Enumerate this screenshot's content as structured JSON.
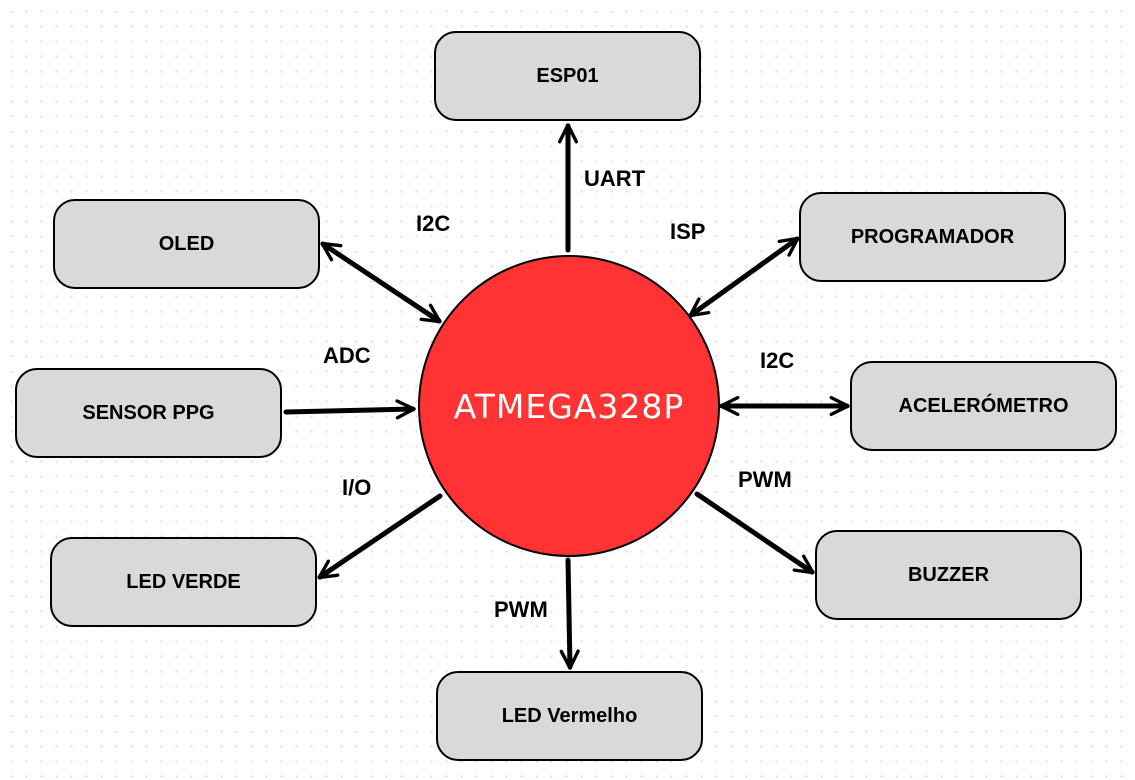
{
  "center": {
    "label": "ATMEGA328P",
    "color": "#ff3333"
  },
  "nodes": {
    "esp01": "ESP01",
    "oled": "OLED",
    "programador": "PROGRAMADOR",
    "sensor_ppg": "SENSOR PPG",
    "acelerometro": "ACELERÓMETRO",
    "led_verde": "LED VERDE",
    "buzzer": "BUZZER",
    "led_vermelho": "LED Vermelho"
  },
  "edges": {
    "esp01": "UART",
    "oled": "I2C",
    "programador": "ISP",
    "sensor_ppg": "ADC",
    "acelerometro": "I2C",
    "led_verde": "I/O",
    "buzzer": "PWM",
    "led_vermelho": "PWM"
  },
  "colors": {
    "node_fill": "#d9d9d9",
    "stroke": "#000000",
    "center_text": "#ffffff"
  }
}
